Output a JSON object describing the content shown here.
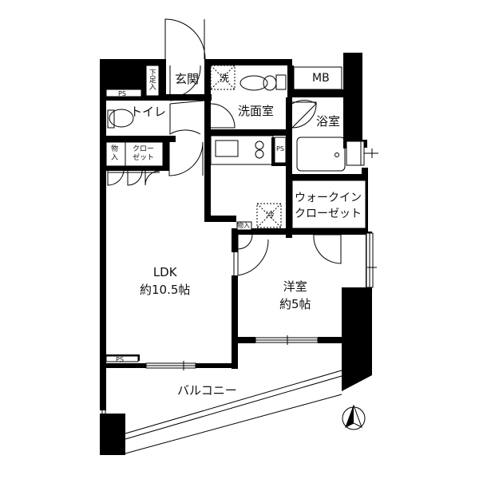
{
  "floor_plan": {
    "rooms": {
      "entrance": {
        "label": "玄関"
      },
      "shoe_storage": {
        "label": "下足入"
      },
      "toilet": {
        "label": "トイレ"
      },
      "washroom": {
        "label": "洗面室"
      },
      "bathroom": {
        "label": "浴室"
      },
      "meter_box": {
        "label": "MB"
      },
      "ldk": {
        "label": "LDK",
        "size": "約10.5帖"
      },
      "western_room": {
        "label": "洋室",
        "size": "約5帖"
      },
      "walk_in_closet": {
        "line1": "ウォークイン",
        "line2": "クローゼット"
      },
      "storage_ldk": {
        "line1": "物",
        "line2": "入"
      },
      "closet_ldk": {
        "line1": "クロー",
        "line2": "ゼット"
      },
      "storage_western": {
        "label": "物入"
      },
      "balcony": {
        "label": "バルコニー"
      }
    },
    "fixtures": {
      "washer": {
        "label": "洗"
      },
      "fridge": {
        "label": "冷"
      },
      "ps_top": {
        "label": "PS"
      },
      "ps_kitchen": {
        "label": "PS"
      },
      "ps_bottom": {
        "label": "PS"
      }
    },
    "compass": {
      "name": "north-arrow"
    }
  }
}
